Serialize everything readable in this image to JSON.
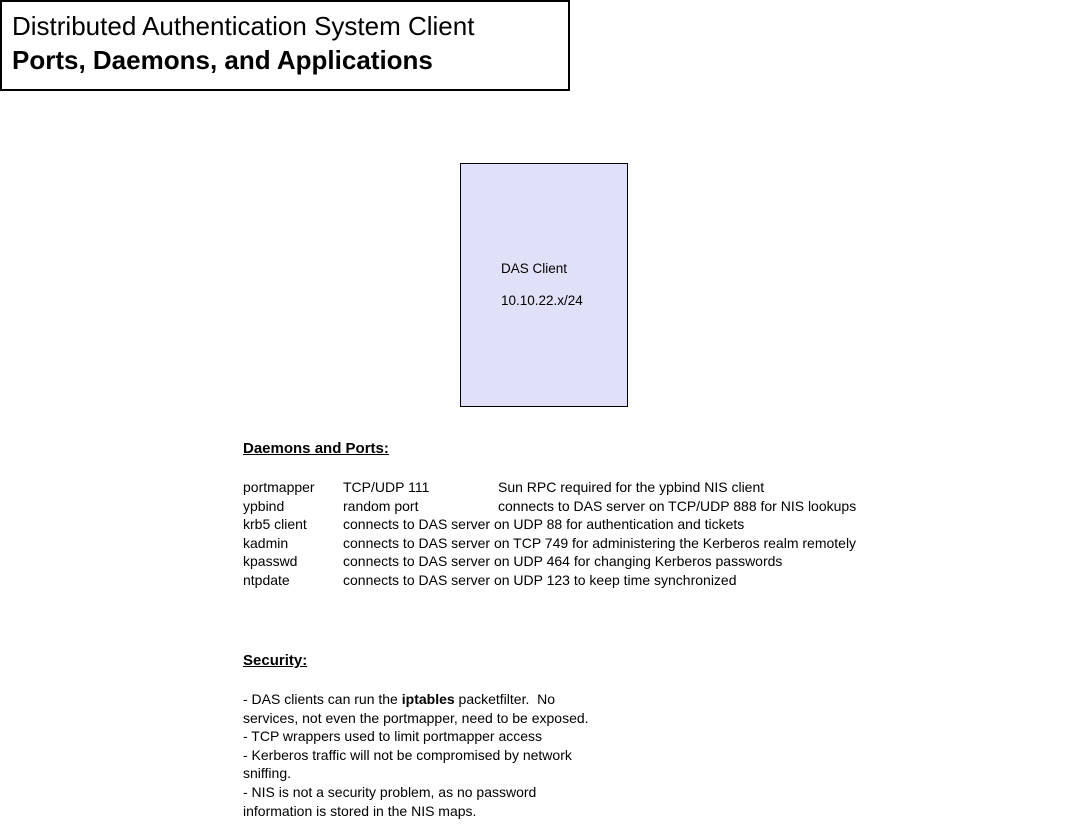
{
  "title": {
    "line1": "Distributed Authentication System Client",
    "line2": "Ports, Daemons, and Applications"
  },
  "das_client": {
    "label": "DAS Client",
    "subnet": "10.10.22.x/24",
    "fill_color": "#e0e0f8",
    "border_color": "#000000"
  },
  "daemons_section": {
    "heading": "Daemons and Ports:",
    "rows": [
      {
        "daemon": "portmapper",
        "port": "TCP/UDP 111",
        "description": "Sun RPC required for the ypbind NIS client"
      },
      {
        "daemon": "ypbind",
        "port": "random port",
        "description": "connects to DAS server on TCP/UDP 888 for NIS lookups"
      },
      {
        "daemon": "krb5 client",
        "port": "connects to DAS server on UDP 88 for authentication and tickets",
        "description": ""
      },
      {
        "daemon": "kadmin",
        "port": "connects to DAS server on TCP 749 for administering the Kerberos realm remotely",
        "description": ""
      },
      {
        "daemon": "kpasswd",
        "port": "connects to DAS server on UDP 464 for changing Kerberos passwords",
        "description": ""
      },
      {
        "daemon": "ntpdate",
        "port": "connects to DAS server on UDP 123 to keep time synchronized",
        "description": ""
      }
    ]
  },
  "security_section": {
    "heading": "Security:",
    "line1": {
      "pre": "- DAS clients can run the ",
      "bold": "iptables",
      "post": " packetfilter.  No"
    },
    "lines": [
      "services, not even the portmapper, need to be exposed.",
      "- TCP wrappers used to limit portmapper access",
      "- Kerberos traffic will not be compromised by network",
      "sniffing.",
      "- NIS is not a security problem, as no password",
      "information is stored in the NIS maps."
    ]
  }
}
